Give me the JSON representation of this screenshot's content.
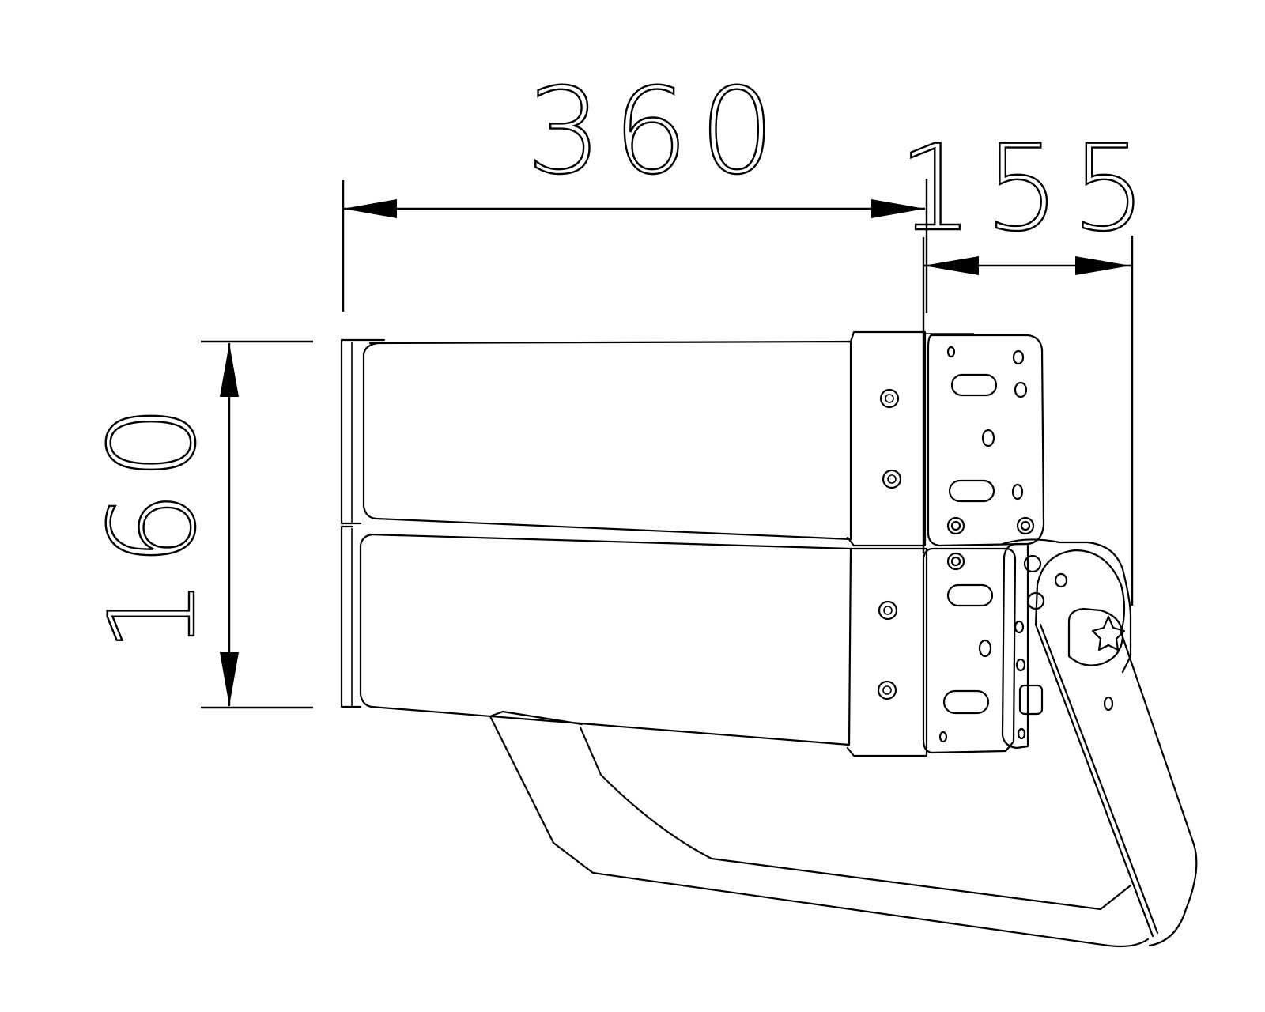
{
  "dimensions": {
    "length": "360",
    "offset": "155",
    "height": "160"
  }
}
